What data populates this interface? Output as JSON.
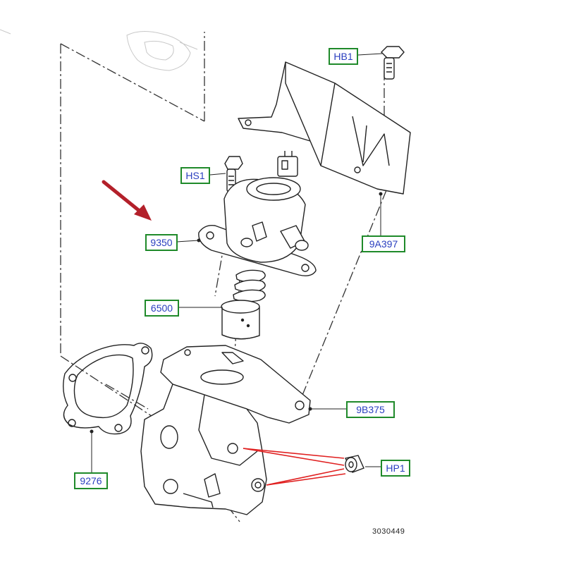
{
  "callouts": {
    "hb1": "HB1",
    "hs1": "HS1",
    "p9350": "9350",
    "p6500": "6500",
    "p9a397": "9A397",
    "p9b375": "9B375",
    "p9276": "9276",
    "hp1": "HP1"
  },
  "drawing_number": "3030449",
  "colors": {
    "callout_border": "#1f8a2a",
    "callout_text": "#2a3fbf",
    "pointer_arrow": "#b3202a",
    "highlight_lines": "#e02020",
    "line_art": "#222222"
  },
  "icons": {
    "pointer": "red-arrow-icon"
  }
}
